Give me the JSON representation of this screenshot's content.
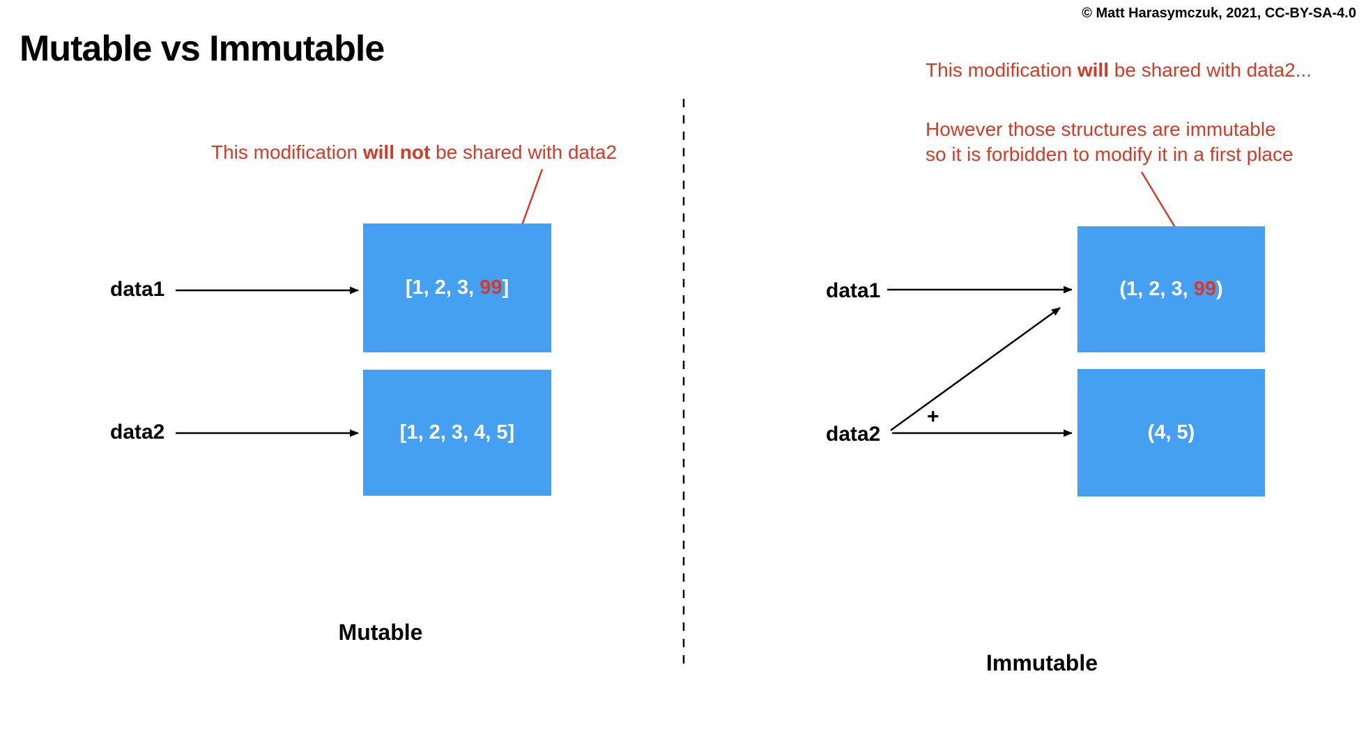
{
  "title": "Mutable vs Immutable",
  "copyright": "© Matt Harasymczuk, 2021, CC-BY-SA-4.0",
  "colors": {
    "box_blue": "#46a0f2",
    "accent_red": "#d43b27",
    "text_black": "#000000"
  },
  "left": {
    "caption": "Mutable",
    "annotation": {
      "pre": "This modification ",
      "bold": "will not",
      "post": " be shared with data2"
    },
    "labels": {
      "data1": "data1",
      "data2": "data2"
    },
    "box1": {
      "pre": "[1, 2, 3, ",
      "highlight": "99",
      "post": "]"
    },
    "box2": {
      "value": "[1, 2, 3, 4, 5]"
    }
  },
  "right": {
    "caption": "Immutable",
    "annotation1": {
      "pre": "This modification ",
      "bold": "will",
      "post": " be shared with data2..."
    },
    "annotation2": {
      "line1": "However those structures are immutable",
      "line2": "so it is forbidden to modify it in a first place"
    },
    "labels": {
      "data1": "data1",
      "data2": "data2"
    },
    "plus": "+",
    "box1": {
      "pre": "(1, 2, 3, ",
      "highlight": "99",
      "post": ")"
    },
    "box2": {
      "value": "(4, 5)"
    }
  }
}
